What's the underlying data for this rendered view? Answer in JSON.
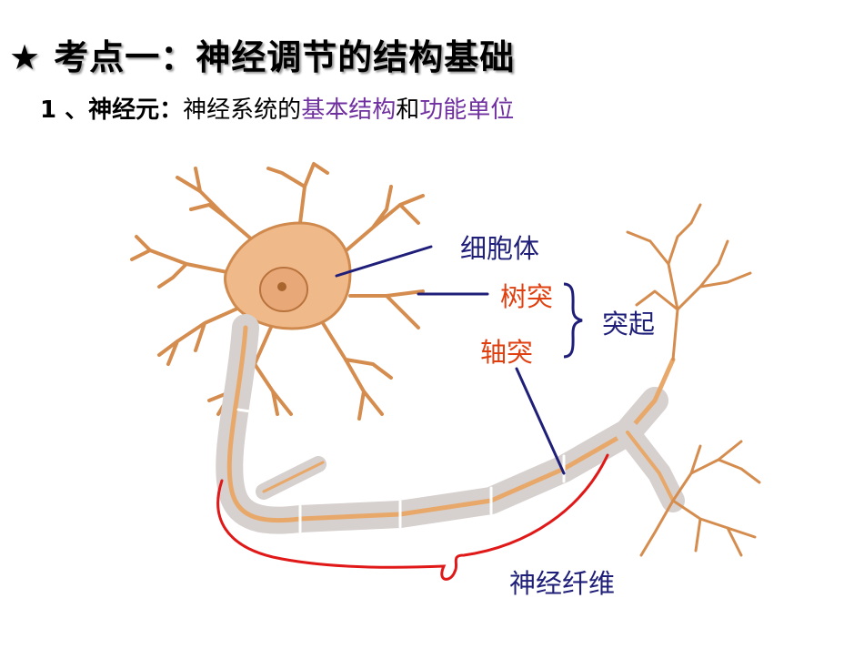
{
  "header": {
    "title": "★ 考点一：神经调节的结构基础",
    "point_number": "1 、",
    "point_term": "神经元：",
    "definition_pre": "神经系统的",
    "definition_hl1": "基本结构",
    "definition_mid": "和",
    "definition_hl2": "功能单位"
  },
  "labels": {
    "cell_body": "细胞体",
    "dendrite": "树突",
    "axon": "轴突",
    "process": "突起",
    "nerve_fiber": "神经纤维"
  },
  "colors": {
    "label_navy": "#1f1f7a",
    "label_orange": "#e04010",
    "highlight_purple": "#7030a0",
    "bracket_red": "#e01818",
    "neuron_tan": "#e8a86a",
    "neuron_outline": "#c8884a",
    "myelin_gray": "#d6d0ce"
  }
}
